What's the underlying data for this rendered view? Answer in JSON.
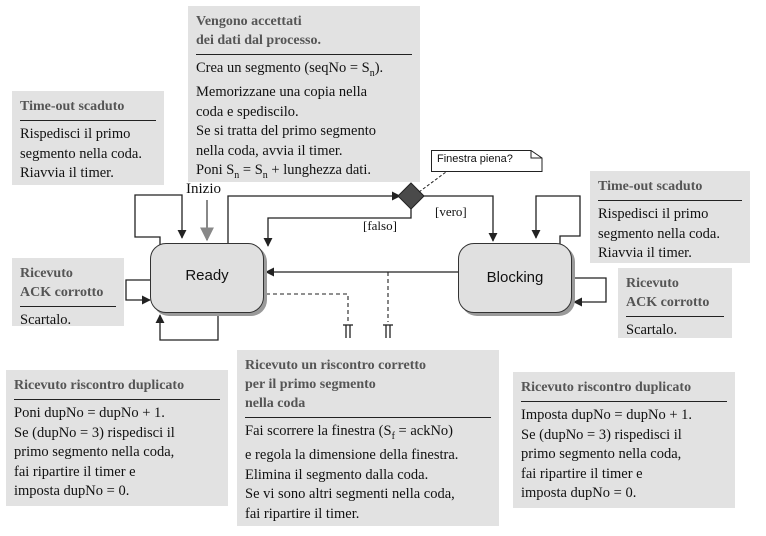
{
  "accept_box": {
    "header": [
      "Vengono accettati",
      "dei dati dal processo."
    ],
    "body": [
      "Crea un segmento (seqNo = S",
      "Memorizzane una copia nella",
      "coda e spediscilo.",
      "Se si tratta del primo segmento",
      "nella coda, avvia il timer.",
      "Poni S",
      "n"
    ]
  },
  "timeout_left": {
    "header": "Time-out scaduto",
    "body": [
      "Rispedisci il primo",
      "segmento nella coda.",
      "Riavvia il timer."
    ]
  },
  "corrupt_left": {
    "header": [
      "Ricevuto",
      "ACK corrotto"
    ],
    "body": [
      "Scartalo."
    ]
  },
  "dup_left": {
    "header": "Ricevuto riscontro duplicato",
    "body": [
      "Poni dupNo = dupNo + 1.",
      "Se (dupNo = 3) rispedisci il",
      "primo segmento nella coda,",
      "fai ripartire il timer e",
      "imposta dupNo = 0."
    ]
  },
  "correct_ack": {
    "header": [
      "Ricevuto un riscontro corretto",
      "per il primo segmento",
      "nella coda"
    ],
    "body": [
      "Fai scorrere la finestra (S",
      "f",
      "= ackNo)",
      "e regola la dimensione della finestra.",
      "Elimina il segmento dalla coda.",
      "Se vi sono altri segmenti nella coda,",
      "fai ripartire il timer."
    ]
  },
  "timeout_right": {
    "header": "Time-out scaduto",
    "body": [
      "Rispedisci il primo",
      "segmento nella coda.",
      "Riavvia il timer."
    ]
  },
  "corrupt_right": {
    "header": [
      "Ricevuto",
      "ACK corrotto"
    ],
    "body": [
      "Scartalo."
    ]
  },
  "dup_right": {
    "header": "Ricevuto riscontro duplicato",
    "body": [
      "Imposta dupNo = dupNo + 1.",
      "Se (dupNo = 3) rispedisci il",
      "primo segmento nella coda,",
      "fai ripartire il timer e",
      "imposta dupNo = 0."
    ]
  },
  "states": {
    "ready": "Ready",
    "blocking": "Blocking"
  },
  "labels": {
    "start": "Inizio",
    "falso": "[falso]",
    "vero": "[vero]",
    "window_full": "Finestra piena?",
    "sub_n": "n",
    "sub_f": "f"
  },
  "colors": {
    "box": "#e2e2e2",
    "state": "#e0e0e0",
    "line": "#222222"
  }
}
